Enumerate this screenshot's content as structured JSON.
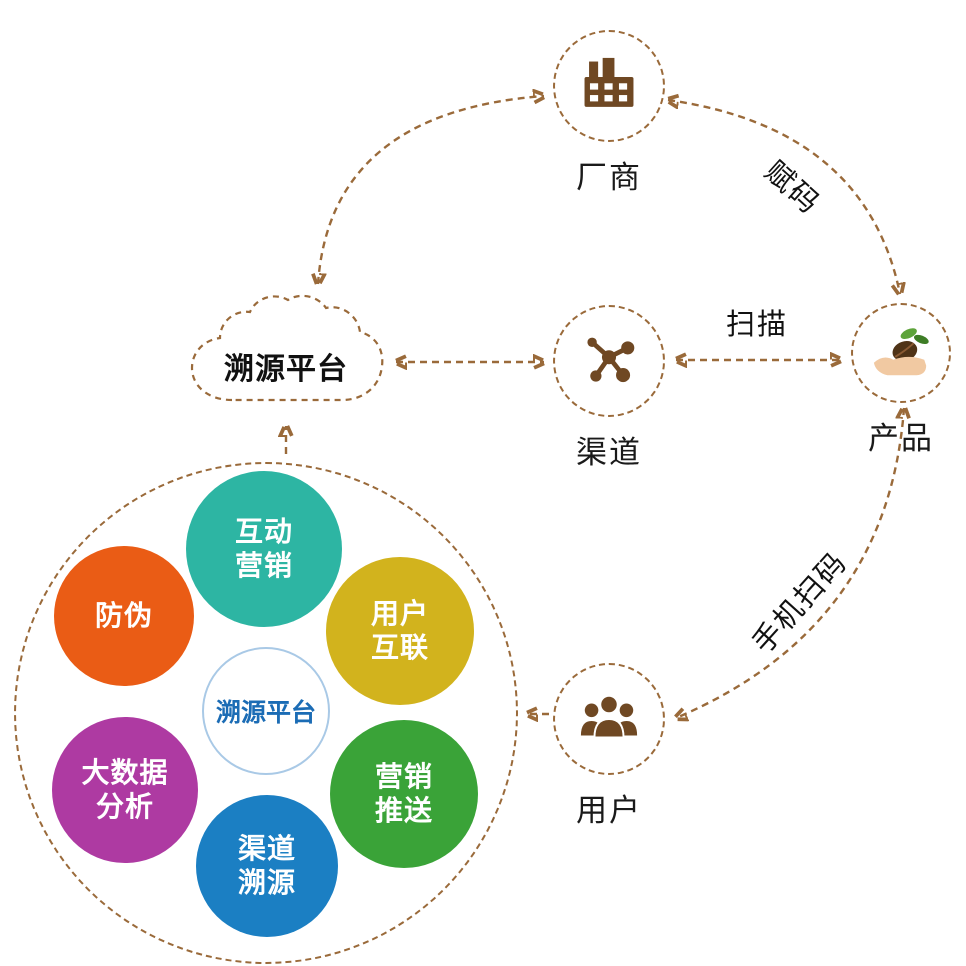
{
  "diagram": {
    "cloud": {
      "label": "溯源平台"
    },
    "nodes": {
      "manufacturer": {
        "label": "厂商"
      },
      "channel": {
        "label": "渠道"
      },
      "product": {
        "label": "产品"
      },
      "user": {
        "label": "用户"
      }
    },
    "edge_labels": {
      "assign_code": "赋码",
      "scan": "扫描",
      "mobile_scan": "手机扫码"
    },
    "platform": {
      "center": {
        "label": "溯源平台",
        "text_color": "#1b6cb5",
        "border_color": "#a9c9e6"
      },
      "bubbles": {
        "interactive_marketing": {
          "label": "互动\n营销",
          "color": "#2db5a3"
        },
        "user_interconnect": {
          "label": "用户\n互联",
          "color": "#d2b31d"
        },
        "anti_counterfeit": {
          "label": "防伪",
          "color": "#ea5c15"
        },
        "marketing_push": {
          "label": "营销\n推送",
          "color": "#3aa338"
        },
        "big_data": {
          "label": "大数据\n分析",
          "color": "#ae3aa2"
        },
        "channel_trace": {
          "label": "渠道\n溯源",
          "color": "#1b7fc3"
        }
      }
    },
    "colors": {
      "line": "#9a6a3a",
      "icon": "#6f4823",
      "text": "#1a1a1a"
    }
  }
}
